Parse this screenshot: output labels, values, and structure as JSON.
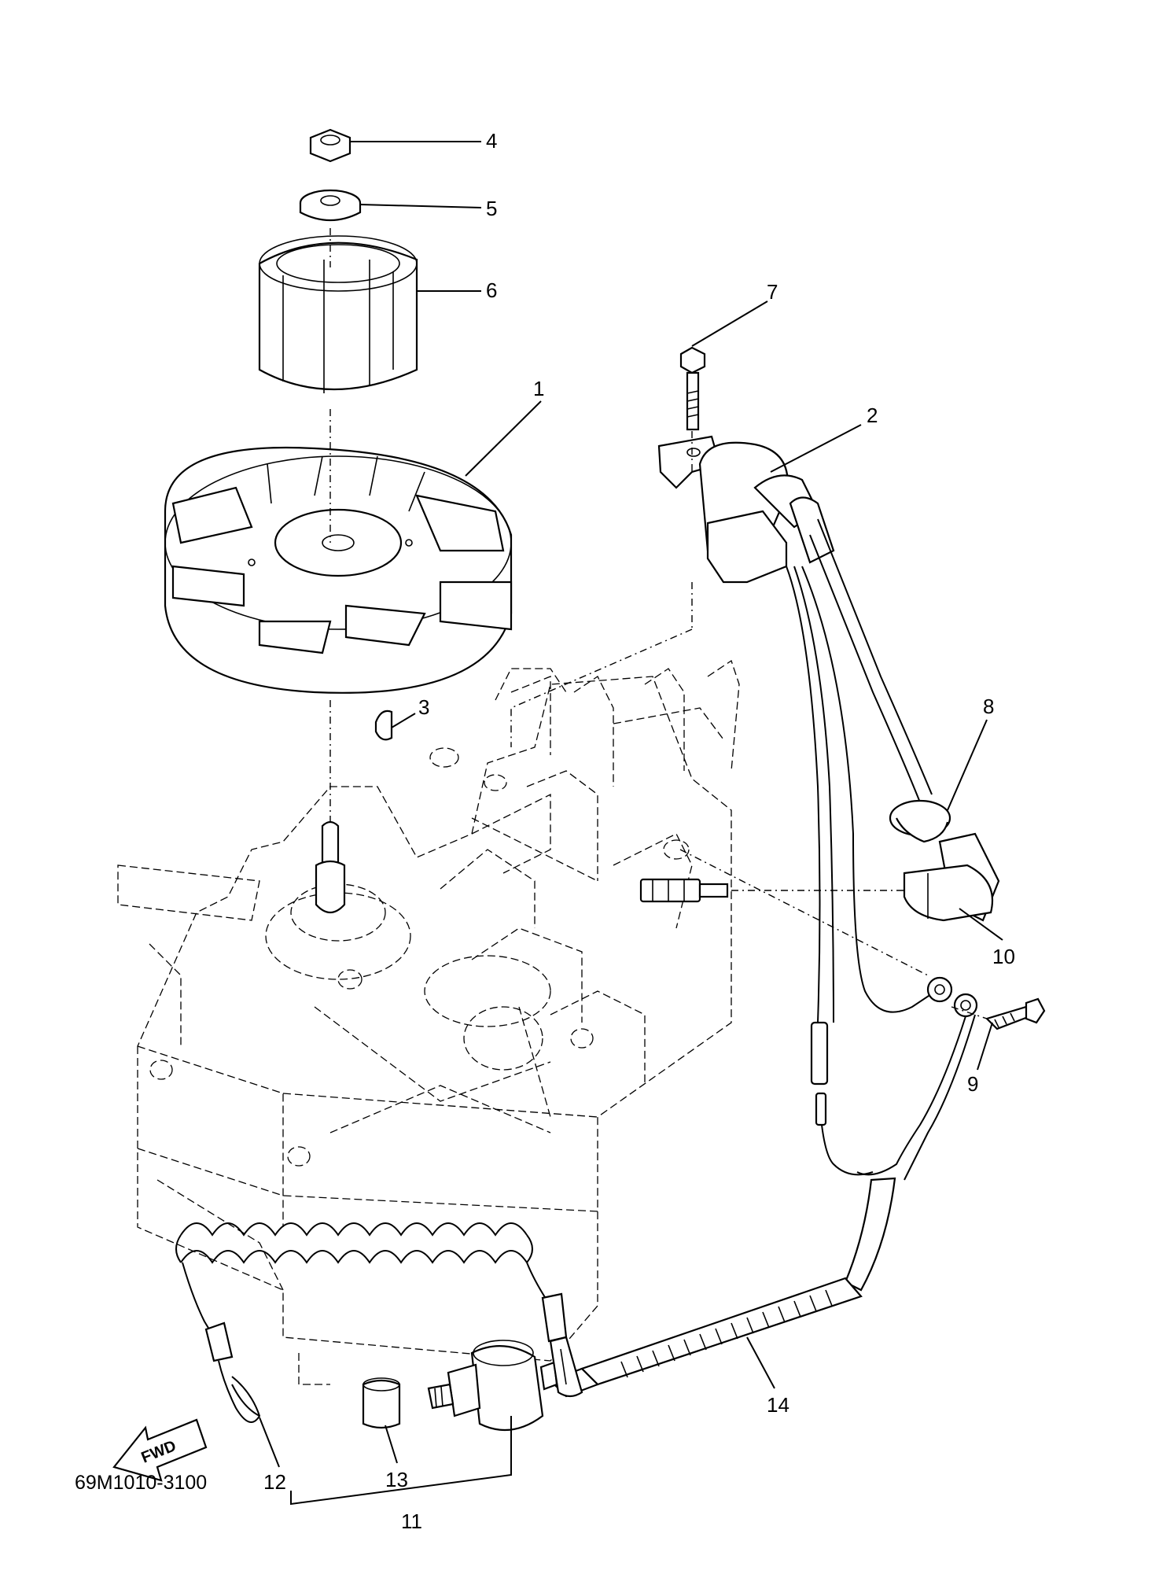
{
  "diagram": {
    "part_code": "69M1010-3100",
    "fwd_label": "FWD",
    "callouts": [
      "1",
      "2",
      "3",
      "4",
      "5",
      "6",
      "7",
      "8",
      "9",
      "10",
      "11",
      "12",
      "13",
      "14"
    ]
  }
}
